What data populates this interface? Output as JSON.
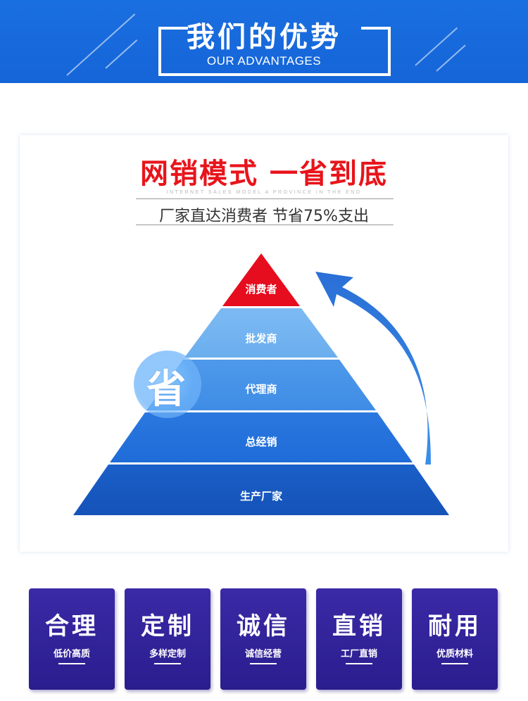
{
  "banner": {
    "title_cn": "我们的优势",
    "title_en": "OUR ADVANTAGES"
  },
  "headline": "网销模式 一省到底",
  "headline_en": "INTERNET SALES MODEL A PROVINCE IN THE END",
  "tagline": "厂家直达消费者 节省75%支出",
  "pyramid": {
    "tiers": [
      "消费者",
      "批发商",
      "代理商",
      "总经销",
      "生产厂家"
    ],
    "save_badge": "省"
  },
  "features": [
    {
      "title": "合理",
      "subtitle": "低价高质"
    },
    {
      "title": "定制",
      "subtitle": "多样定制"
    },
    {
      "title": "诚信",
      "subtitle": "诚信经营"
    },
    {
      "title": "直销",
      "subtitle": "工厂直销"
    },
    {
      "title": "耐用",
      "subtitle": "优质材料"
    }
  ],
  "colors": {
    "banner_blue": "#1a6fe0",
    "headline_red": "#e8141b",
    "tier_top_red": "#e60d1e",
    "feature_purple": "#2f2196"
  }
}
